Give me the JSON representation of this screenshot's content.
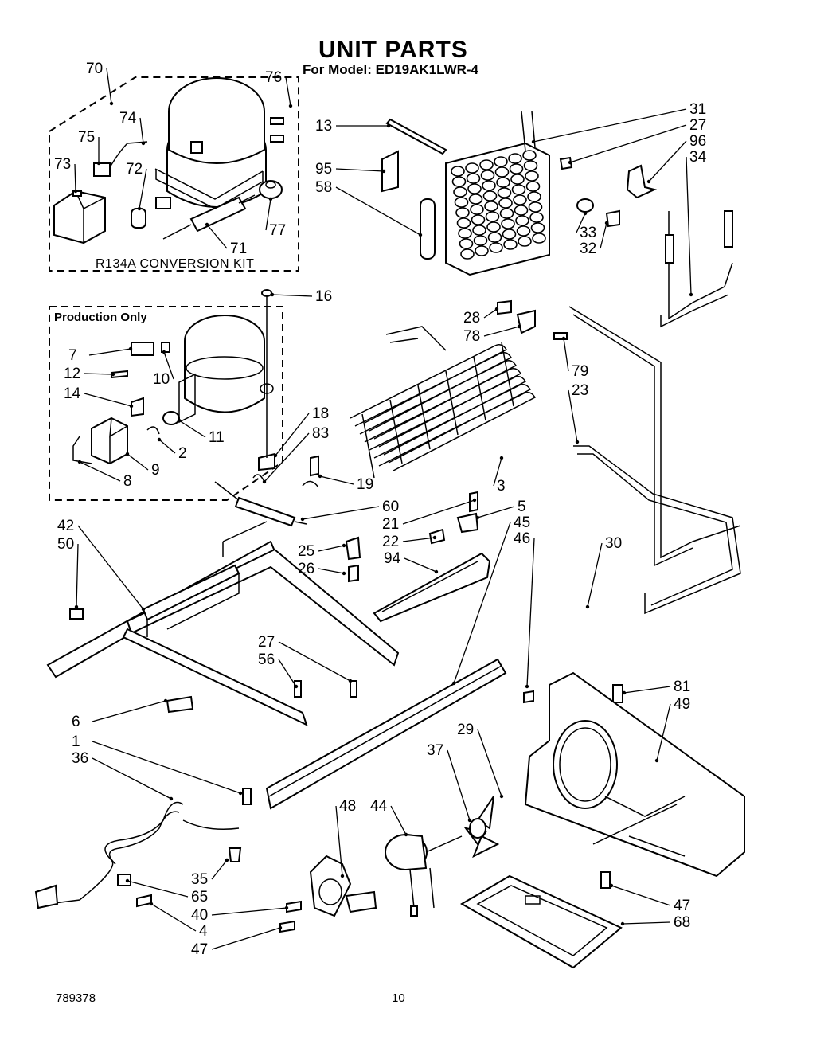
{
  "title": "UNIT PARTS",
  "subtitle": "For Model: ED19AK1LWR-4",
  "kit_label": "R134A  CONVERSION  KIT",
  "production_label": "Production Only",
  "footer_code": "789378",
  "page_number": "10",
  "callouts": [
    "70",
    "76",
    "74",
    "75",
    "73",
    "72",
    "71",
    "77",
    "13",
    "95",
    "58",
    "31",
    "27",
    "96",
    "34",
    "33",
    "32",
    "16",
    "7",
    "12",
    "10",
    "14",
    "2",
    "11",
    "9",
    "8",
    "28",
    "78",
    "79",
    "23",
    "18",
    "83",
    "19",
    "60",
    "21",
    "22",
    "5",
    "45",
    "46",
    "3",
    "42",
    "50",
    "25",
    "26",
    "94",
    "30",
    "27",
    "56",
    "81",
    "49",
    "6",
    "1",
    "36",
    "37",
    "29",
    "44",
    "48",
    "35",
    "65",
    "40",
    "4",
    "47",
    "47",
    "68"
  ]
}
